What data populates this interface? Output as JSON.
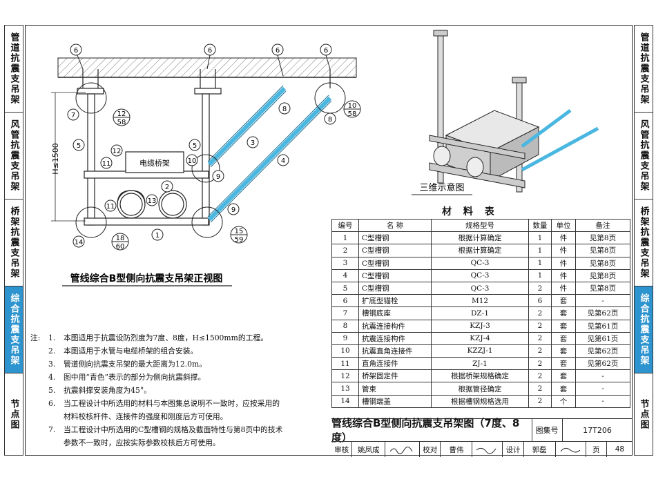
{
  "sidebar_left": [
    {
      "label": "管道抗震支吊架",
      "active": false
    },
    {
      "label": "风管抗震支吊架",
      "active": false
    },
    {
      "label": "桥架抗震支吊架",
      "active": false
    },
    {
      "label": "综合抗震支吊架",
      "active": true
    },
    {
      "label": "节点图",
      "active": false
    }
  ],
  "sidebar_right": [
    {
      "label": "管道抗震支吊架",
      "active": false
    },
    {
      "label": "风管抗震支吊架",
      "active": false
    },
    {
      "label": "桥架抗震支吊架",
      "active": false
    },
    {
      "label": "综合抗震支吊架",
      "active": true
    },
    {
      "label": "节点图",
      "active": false
    }
  ],
  "drawing": {
    "front_view_title": "管线综合B型侧向抗震支吊架正视图",
    "iso_view_title": "三维示意图",
    "cable_tray_label": "电缆桥架",
    "height_label": "H≤1500",
    "detail_refs": [
      {
        "top": "12",
        "bottom": "58"
      },
      {
        "top": "10",
        "bottom": "58"
      },
      {
        "top": "18",
        "bottom": "60"
      },
      {
        "top": "15",
        "bottom": "59"
      }
    ],
    "callouts": [
      "1",
      "2",
      "3",
      "4",
      "5",
      "6",
      "7",
      "8",
      "9",
      "10",
      "11",
      "12",
      "13",
      "14"
    ]
  },
  "materials": {
    "title": "材 料 表",
    "headers": [
      "编号",
      "名 称",
      "规格型号",
      "数量",
      "单位",
      "备注"
    ],
    "rows": [
      [
        "1",
        "C型槽钢",
        "根据计算确定",
        "1",
        "件",
        "见第8页"
      ],
      [
        "2",
        "C型槽钢",
        "根据计算确定",
        "1",
        "件",
        "见第8页"
      ],
      [
        "3",
        "C型槽钢",
        "QC-3",
        "1",
        "件",
        "见第8页"
      ],
      [
        "4",
        "C型槽钢",
        "QC-3",
        "1",
        "件",
        "见第8页"
      ],
      [
        "5",
        "C型槽钢",
        "QC-3",
        "2",
        "件",
        "见第8页"
      ],
      [
        "6",
        "扩底型锚栓",
        "M12",
        "6",
        "套",
        "-"
      ],
      [
        "7",
        "槽钢底座",
        "DZ-1",
        "2",
        "套",
        "见第62页"
      ],
      [
        "8",
        "抗震连接构件",
        "KZJ-3",
        "2",
        "套",
        "见第61页"
      ],
      [
        "9",
        "抗震连接构件",
        "KZJ-4",
        "2",
        "套",
        "见第61页"
      ],
      [
        "10",
        "抗震直角连接件",
        "KZZJ-1",
        "2",
        "套",
        "见第62页"
      ],
      [
        "11",
        "直角连接件",
        "ZJ-1",
        "2",
        "套",
        "见第62页"
      ],
      [
        "12",
        "桥架固定件",
        "根据桥架规格确定",
        "2",
        "套",
        "-"
      ],
      [
        "13",
        "管束",
        "根据管径确定",
        "2",
        "套",
        "-"
      ],
      [
        "14",
        "槽钢端盖",
        "根据槽钢规格选用",
        "2",
        "个",
        "-"
      ]
    ]
  },
  "notes": {
    "prefix": "注:",
    "items": [
      {
        "num": "1.",
        "text": "本图适用于抗震设防烈度为7度、8度，H≤1500mm的工程。"
      },
      {
        "num": "2.",
        "text": "本图适用于水管与电缆桥架的组合安装。"
      },
      {
        "num": "3.",
        "text": "管道侧向抗震支吊架的最大距离为12.0m。"
      },
      {
        "num": "4.",
        "text": "图中用“青色”表示的部分为侧向抗震斜撑。"
      },
      {
        "num": "5.",
        "text": "抗震斜撑安装角度为45°。"
      },
      {
        "num": "6.",
        "text": "当工程设计中所选用的材料与本图集总说明不一致时，应按采用的",
        "cont": "材料校核杆件、连接件的强度和刚度后方可使用。"
      },
      {
        "num": "7.",
        "text": "当工程设计中所选用的C型槽钢的规格及截面特性与第8页中的技术",
        "cont": "参数不一致时，应按实际参数校核后方可使用。"
      }
    ]
  },
  "titleblock": {
    "title": "管线综合B型侧向抗震支吊架图（7度、8度）",
    "atlas_label": "图集号",
    "atlas_no": "17T206",
    "review_label": "审核",
    "reviewer": "姚凤成",
    "check_label": "校对",
    "checker": "曹伟",
    "design_label": "设计",
    "designer": "郭磊",
    "page_label": "页",
    "page_no": "48"
  },
  "colors": {
    "accent": "#2d94cf",
    "brace": "#4ab7e0",
    "line": "#222222"
  }
}
